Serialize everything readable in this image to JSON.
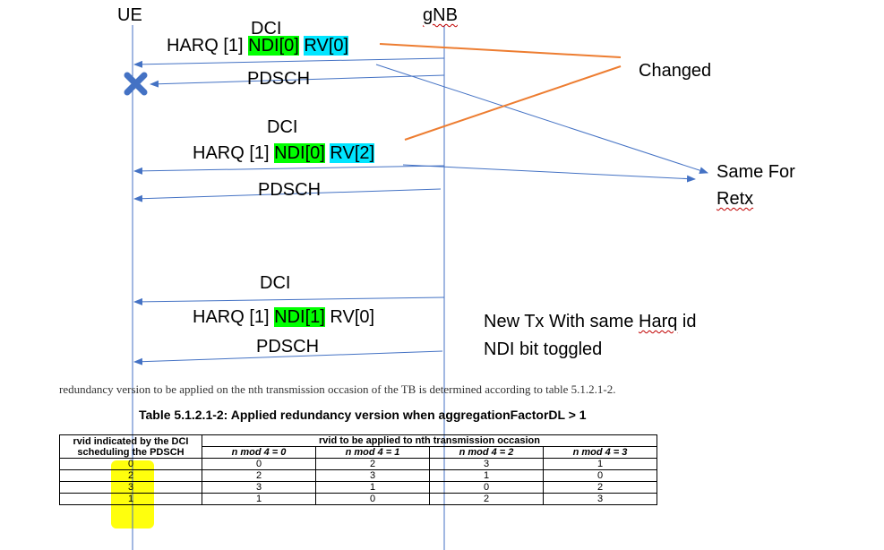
{
  "entities": {
    "ue": "UE",
    "gnb": "gNB"
  },
  "tx1": {
    "dci": "DCI",
    "harq": "HARQ [1]",
    "ndi": "NDI[0]",
    "rv": "RV[0]",
    "pdsch": "PDSCH"
  },
  "tx2": {
    "dci": "DCI",
    "harq": "HARQ [1]",
    "ndi": "NDI[0]",
    "rv": "RV[2]",
    "pdsch": "PDSCH"
  },
  "tx3": {
    "dci": "DCI",
    "harq": "HARQ [1]",
    "ndi": "NDI[1]",
    "rv": "RV[0]",
    "pdsch": "PDSCH"
  },
  "notes": {
    "changed": "Changed",
    "same_line1": "Same For",
    "same_line2": "Retx",
    "newtx_pre": "New Tx With same ",
    "newtx_harq": "Harq",
    "newtx_post": " id",
    "newtx_line2": "NDI bit toggled"
  },
  "colors": {
    "highlight_ndi": "#00ff00",
    "highlight_rv": "#00e5ff",
    "arrow": "#4472c4",
    "annotation": "#ed7d31",
    "marker": "#ffff00"
  },
  "spec": {
    "caption": "redundancy version to be applied on the nth transmission occasion of the TB is determined according to table 5.1.2.1-2.",
    "table_title": "Table 5.1.2.1-2: Applied redundancy version when aggregationFactorDL > 1",
    "col1_header": "rvid indicated by the DCI scheduling the PDSCH",
    "group_header": "rvid to be applied to nth transmission occasion",
    "subheaders": [
      "n mod 4 = 0",
      "n mod 4 = 1",
      "n mod 4 = 2",
      "n mod 4 = 3"
    ],
    "rows": [
      [
        "0",
        "0",
        "2",
        "3",
        "1"
      ],
      [
        "2",
        "2",
        "3",
        "1",
        "0"
      ],
      [
        "3",
        "3",
        "1",
        "0",
        "2"
      ],
      [
        "1",
        "1",
        "0",
        "2",
        "3"
      ]
    ]
  }
}
